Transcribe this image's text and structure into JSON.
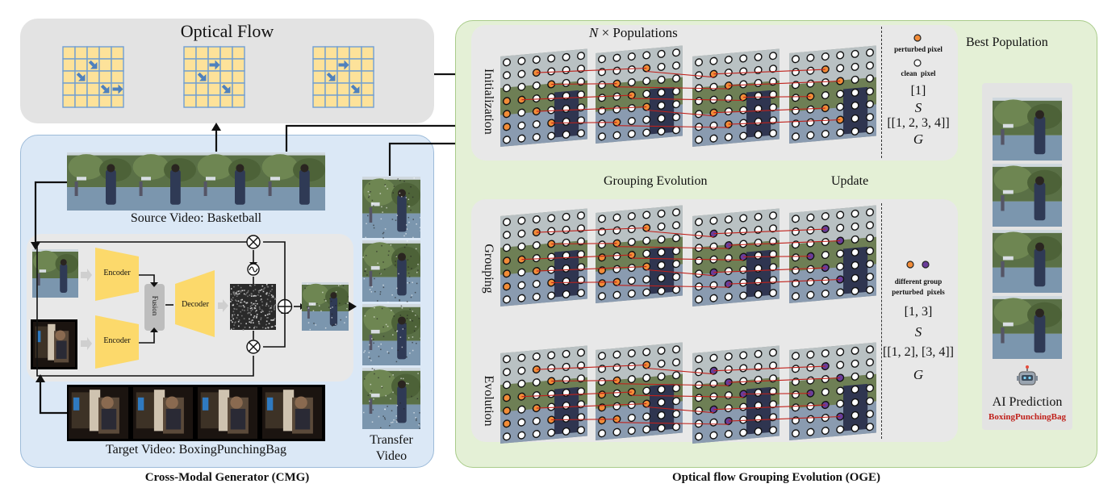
{
  "colors": {
    "cmg_bg": "#dbe8f6",
    "cmg_border": "#9dbbd9",
    "oge_bg": "#e4f0d6",
    "oge_border": "#a9cc8a",
    "flow_bg": "#e3e3e3",
    "subpanel_bg": "#e8e8e8",
    "encoder_fill": "#fcd96b",
    "fusion_fill": "#bdbdbd",
    "grid_cell": "#fde29a",
    "grid_line": "#6f9fd3",
    "flow_arrow": "#4f81bd",
    "orange_pixel": "#f28c38",
    "purple_pixel": "#6a3d9a",
    "red_line": "#c0211b",
    "prediction_text": "#c0211b"
  },
  "optical_flow": {
    "title": "Optical Flow"
  },
  "cmg": {
    "source_caption": "Source Video: Basketball",
    "target_caption": "Target Video: BoxingPunchingBag",
    "encoder_top": "Encoder",
    "encoder_bottom": "Encoder",
    "fusion": "Fusion",
    "decoder": "Decoder",
    "multiply_symbol": "⊗",
    "add_symbol": "⊕",
    "sigma_symbol": "~",
    "caption": "Cross-Modal Generator (CMG)"
  },
  "transfer": {
    "line1": "Transfer",
    "line2": "Video"
  },
  "oge": {
    "populations_prefix": "N",
    "populations_text": "× Populations",
    "init_label": "Initialization",
    "grouping_label": "Grouping",
    "evolution_label": "Evolution",
    "grouping_evolution": "Grouping Evolution",
    "update": "Update",
    "legend_perturbed": "perturbed pixel",
    "legend_clean": "clean  pixel",
    "init_s_value": "[1]",
    "init_s_symbol": "S",
    "init_g_value": "[[1, 2, 3, 4]]",
    "init_g_symbol": "G",
    "legend_group_line1": "different group",
    "legend_group_line2": "perturbed  pixels",
    "group_s_value": "[1, 3]",
    "group_s_symbol": "S",
    "group_g_value": "[[1, 2], [3, 4]]",
    "group_g_symbol": "G",
    "caption": "Optical flow Grouping Evolution (OGE)"
  },
  "best_population": "Best Population",
  "prediction": {
    "label": "AI Prediction",
    "value": "BoxingPunchingBag",
    "icon": "robot-icon"
  }
}
